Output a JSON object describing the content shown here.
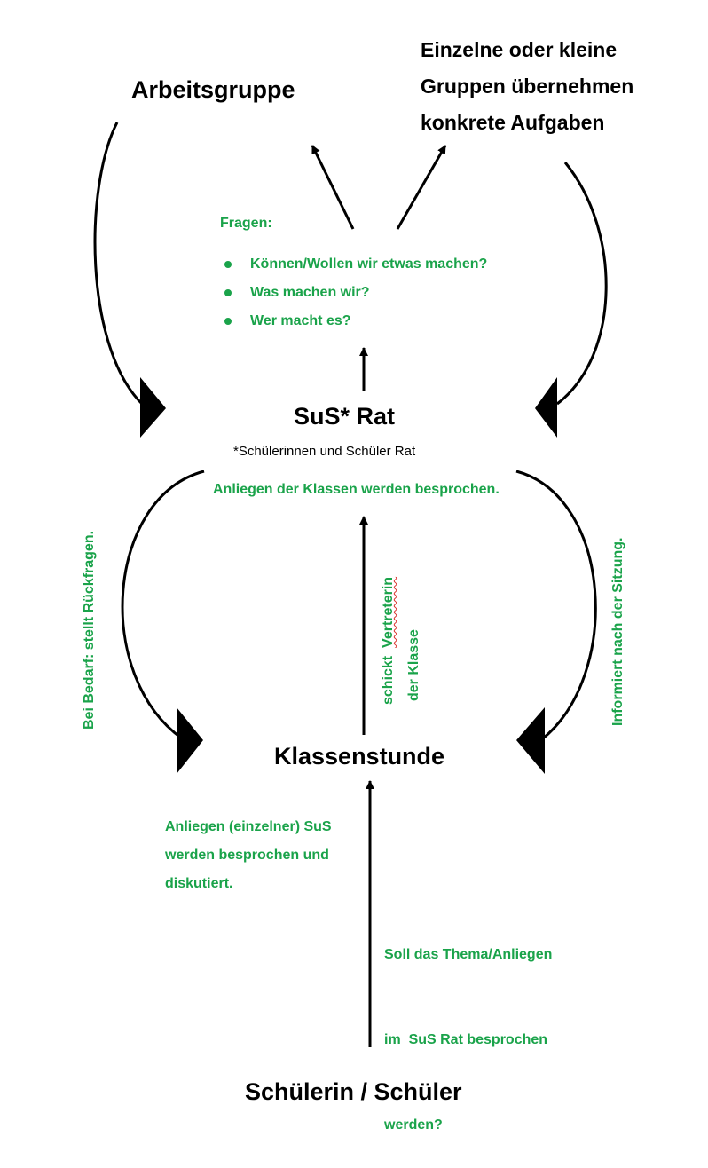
{
  "nodes": {
    "arbeitsgruppe": "Arbeitsgruppe",
    "einzelne_lines": [
      "Einzelne oder kleine",
      "Gruppen übernehmen",
      "konkrete Aufgaben"
    ],
    "sus_rat": "SuS* Rat",
    "sus_rat_footnote": "*Schülerinnen und Schüler Rat",
    "klassenstunde": "Klassenstunde",
    "schueler": "Schülerin / Schüler"
  },
  "labels": {
    "fragen_title": "Fragen:",
    "fragen_items": [
      "Können/Wollen wir etwas machen?",
      "Was machen wir?",
      "Wer macht es?"
    ],
    "anliegen_klassen": "Anliegen der Klassen werden besprochen.",
    "bei_bedarf": "Bei Bedarf: stellt Rückfragen.",
    "informiert": "Informiert nach der Sitzung.",
    "schickt": "schickt",
    "vertreterin": "Vertreterin",
    "der_klasse": "der Klasse",
    "anliegen_sus_lines": [
      "Anliegen (einzelner) SuS",
      "werden besprochen und",
      "diskutiert."
    ],
    "soll_das_lines": [
      "Soll das Thema/Anliegen",
      "im  SuS Rat besprochen",
      "werden?"
    ]
  },
  "colors": {
    "text": "#000000",
    "annotation": "#1aa34a",
    "spellcheck": "#d9302b"
  }
}
